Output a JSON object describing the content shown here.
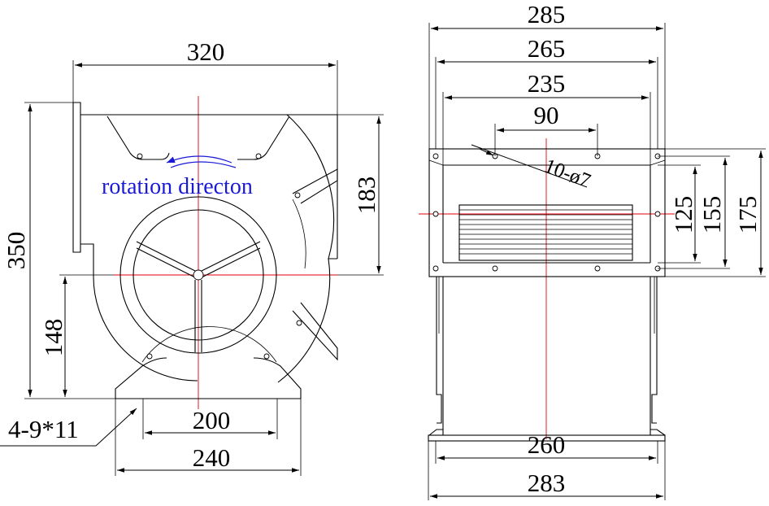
{
  "annotation": {
    "rotation": "rotation directon",
    "holes_side": "4-9*11",
    "holes_front": "10-ø7"
  },
  "front_view": {
    "width": "320",
    "height": "350",
    "outlet_height": "183",
    "center_height": "148",
    "foot_inner": "200",
    "foot_outer": "240"
  },
  "side_view": {
    "width_285": "285",
    "width_265": "265",
    "width_235": "235",
    "hole_spacing": "90",
    "flange_125": "125",
    "flange_155": "155",
    "flange_175": "175",
    "base_260": "260",
    "base_283": "283"
  },
  "colors": {
    "line": "#000000",
    "centerline": "#e0000a",
    "annotation": "#1a1ad6"
  }
}
